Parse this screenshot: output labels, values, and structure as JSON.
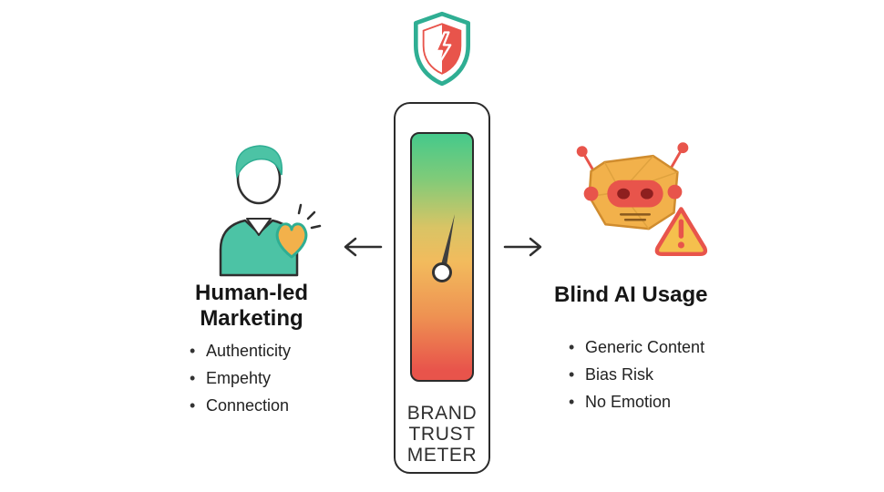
{
  "meter": {
    "label": "BRAND\nTRUST\nMETER",
    "gradient_top_color": "#45c98b",
    "gradient_middle_color": "#f2bb5d",
    "gradient_bottom_color": "#e8544b",
    "needle_color": "#3f3f3f"
  },
  "shield": {
    "icon": "shield-lightning-icon",
    "outline_color": "#2fae93",
    "accent_color": "#e8544b"
  },
  "left_section": {
    "icon": "person-with-heart-icon",
    "title": "Human-led\nMarketing",
    "bullets": [
      "Authenticity",
      "Empehty",
      "Connection"
    ]
  },
  "right_section": {
    "icon": "robot-with-warning-icon",
    "title": "Blind AI Usage",
    "bullets": [
      "Generic Content",
      "Bias Risk",
      "No Emotion"
    ]
  },
  "colors": {
    "teal": "#4cc3a5",
    "orange": "#f2b14b",
    "red": "#e8544b",
    "warning_yellow": "#f5c04d",
    "text_dark": "#1e1e1e"
  }
}
